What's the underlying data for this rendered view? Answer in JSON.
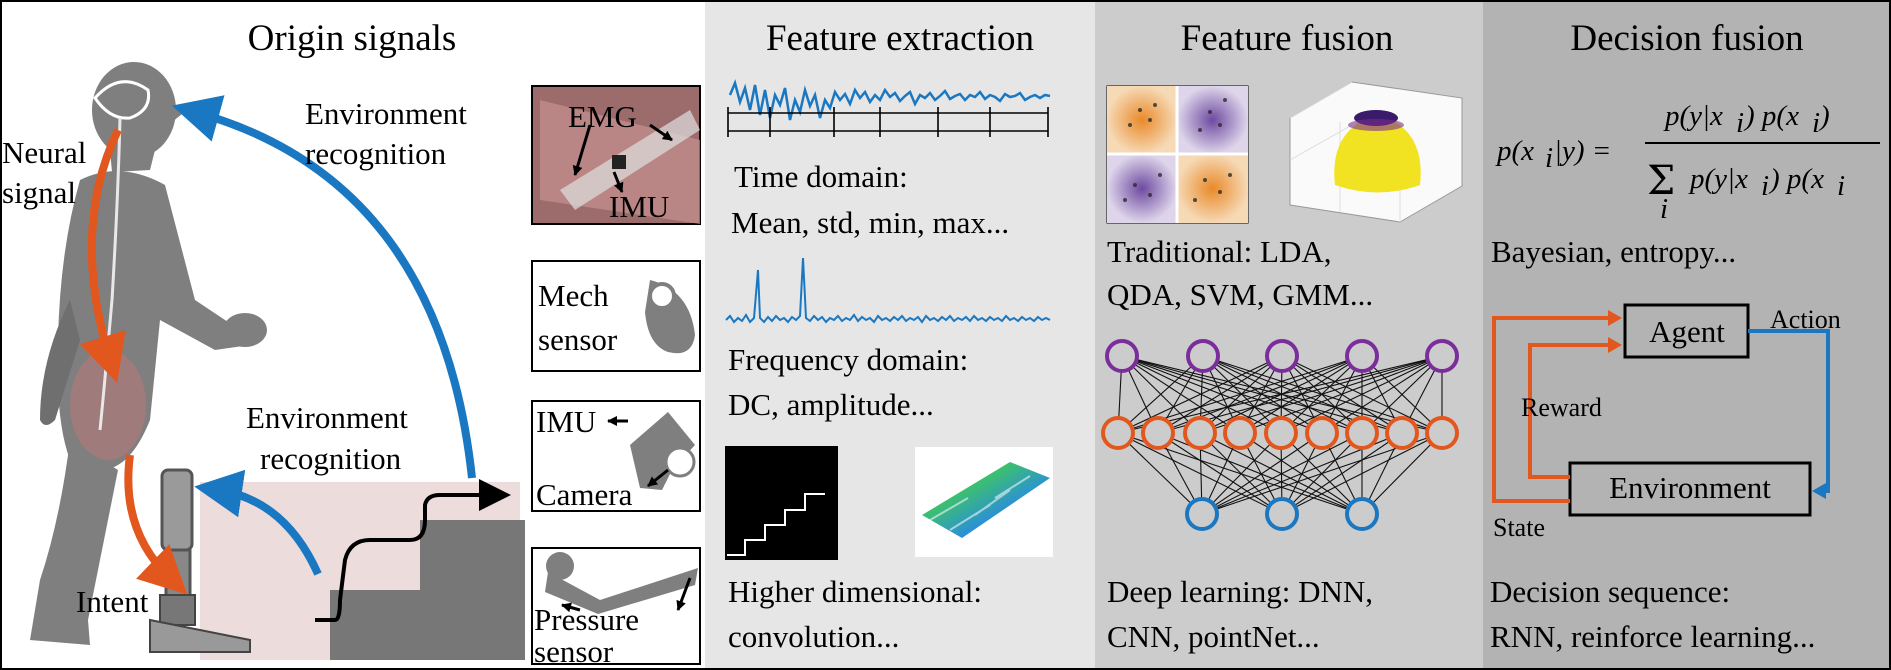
{
  "panels": {
    "origin": {
      "title": "Origin signals",
      "labels": {
        "neural_line1": "Neural",
        "neural_line2": "signal",
        "env_top_line1": "Environment",
        "env_top_line2": "recognition",
        "env_mid_line1": "Environment",
        "env_mid_line2": "recognition",
        "intent": "Intent"
      },
      "sensors": {
        "emg": "EMG",
        "imu_top": "IMU",
        "mech_line1": "Mech",
        "mech_line2": "sensor",
        "imu_cam": "IMU",
        "camera": "Camera",
        "pressure_line1": "Pressure",
        "pressure_line2": "sensor"
      }
    },
    "feature_extraction": {
      "title": "Feature extraction",
      "time_line1": "Time domain:",
      "time_line2": "Mean, std, min, max...",
      "freq_line1": "Frequency domain:",
      "freq_line2": "DC, amplitude...",
      "high_line1": "Higher dimensional:",
      "high_line2": "convolution..."
    },
    "feature_fusion": {
      "title": "Feature fusion",
      "trad_line1": "Traditional:  LDA,",
      "trad_line2": "QDA, SVM, GMM...",
      "deep_line1": "Deep learning:  DNN,",
      "deep_line2": "CNN, pointNet..."
    },
    "decision_fusion": {
      "title": "Decision fusion",
      "bayes": "Bayesian, entropy...",
      "agent": "Agent",
      "action": "Action",
      "reward": "Reward",
      "environment": "Environment",
      "state": "State",
      "seq_line1": "Decision sequence:",
      "seq_line2": "RNN, reinforce learning..."
    }
  },
  "colors": {
    "panel1": "#ffffff",
    "panel2": "#e6e6e6",
    "panel3": "#cccccc",
    "panel4": "#b3b3b3",
    "orange": "#e2571e",
    "blue": "#1a78c2",
    "purple": "#7b2d9b",
    "figure_gray": "#7f7f7f"
  }
}
